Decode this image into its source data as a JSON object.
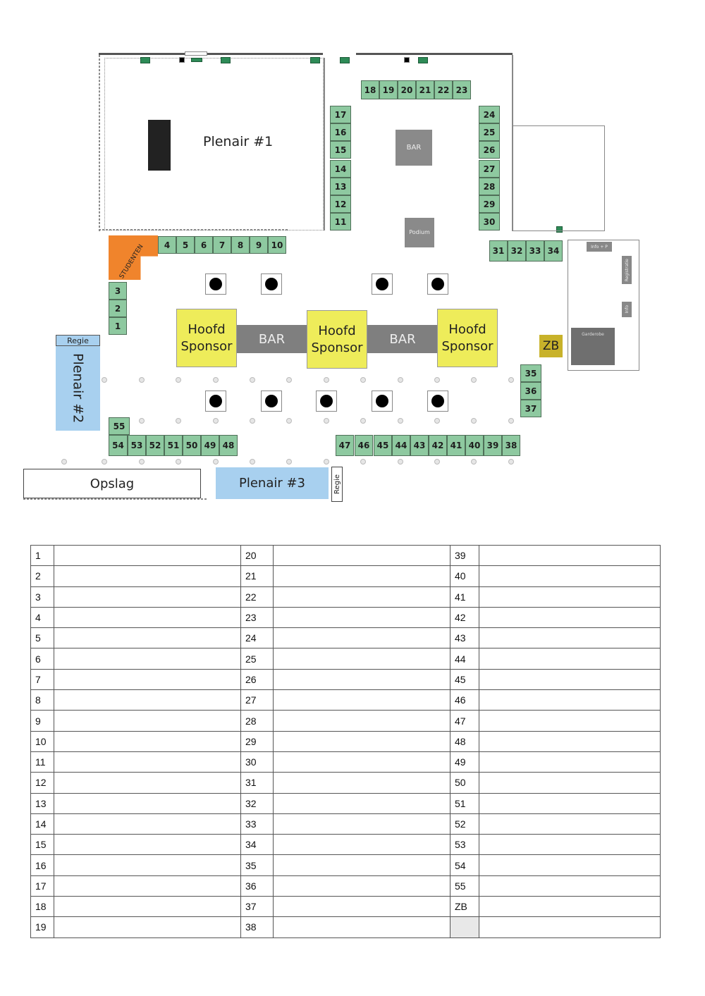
{
  "floorplan": {
    "rooms": {
      "plenair1": "Plenair #1",
      "plenair2": "Plenair #2",
      "plenair3": "Plenair #3",
      "opslag": "Opslag",
      "regie_left": "Regie",
      "regie_bottom": "Regie",
      "studenten": "STUDENTEN",
      "bar_top": "BAR",
      "podium": "Podium",
      "bar_left": "BAR",
      "bar_right": "BAR",
      "sponsor_1": "Hoofd Sponsor",
      "sponsor_2": "Hoofd Sponsor",
      "sponsor_3": "Hoofd Sponsor",
      "zb": "ZB",
      "garderobe": "Garderobe",
      "info": "Info + P",
      "registratie": "Registratie",
      "info_small": "Info"
    },
    "booth_numbers": [
      "1",
      "2",
      "3",
      "4",
      "5",
      "6",
      "7",
      "8",
      "9",
      "10",
      "11",
      "12",
      "13",
      "14",
      "15",
      "16",
      "17",
      "18",
      "19",
      "20",
      "21",
      "22",
      "23",
      "24",
      "25",
      "26",
      "27",
      "28",
      "29",
      "30",
      "31",
      "32",
      "33",
      "34",
      "35",
      "36",
      "37",
      "38",
      "39",
      "40",
      "41",
      "42",
      "43",
      "44",
      "45",
      "46",
      "47",
      "48",
      "49",
      "50",
      "51",
      "52",
      "53",
      "54",
      "55"
    ],
    "colors": {
      "booth": "#8ec9a0",
      "sponsor": "#eeec5a",
      "plenair": "#a8d0ef",
      "studenten": "#f0842c",
      "bar": "#7f7f7f",
      "zb": "#c8b22a"
    }
  },
  "table": {
    "rows": [
      [
        "1",
        "20",
        "39"
      ],
      [
        "2",
        "21",
        "40"
      ],
      [
        "3",
        "22",
        "41"
      ],
      [
        "4",
        "23",
        "42"
      ],
      [
        "5",
        "24",
        "43"
      ],
      [
        "6",
        "25",
        "44"
      ],
      [
        "7",
        "26",
        "45"
      ],
      [
        "8",
        "27",
        "46"
      ],
      [
        "9",
        "28",
        "47"
      ],
      [
        "10",
        "29",
        "48"
      ],
      [
        "11",
        "30",
        "49"
      ],
      [
        "12",
        "31",
        "50"
      ],
      [
        "13",
        "32",
        "51"
      ],
      [
        "14",
        "33",
        "52"
      ],
      [
        "15",
        "34",
        "53"
      ],
      [
        "16",
        "35",
        "54"
      ],
      [
        "17",
        "36",
        "55"
      ],
      [
        "18",
        "37",
        "ZB"
      ],
      [
        "19",
        "38",
        ""
      ]
    ]
  }
}
